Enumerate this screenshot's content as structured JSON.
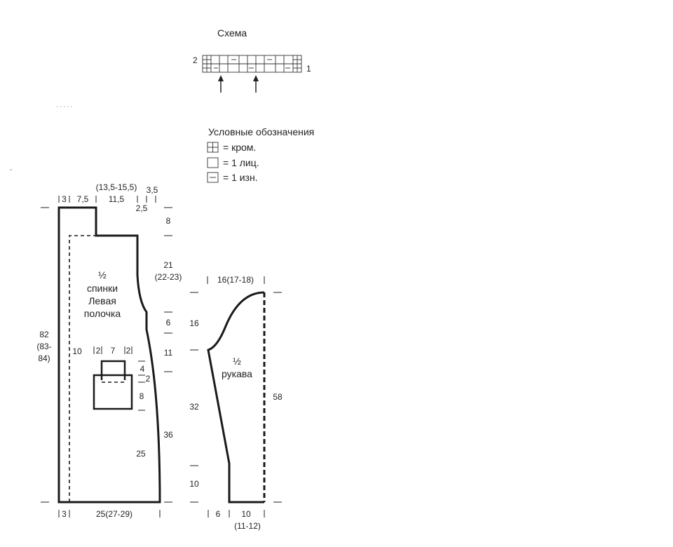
{
  "chart": {
    "title": "Схема",
    "row_left": "2",
    "row_right": "1"
  },
  "legend": {
    "title": "Условные обозначения",
    "items": [
      {
        "symbol": "edge-stitch-icon",
        "label": "= кром."
      },
      {
        "symbol": "knit-stitch-icon",
        "label": "= 1 лиц."
      },
      {
        "symbol": "purl-stitch-icon",
        "label": "= 1 изн."
      }
    ]
  },
  "body_piece": {
    "label_line1": "½",
    "label_line2": "спинки",
    "label_line3": "Левая",
    "label_line4": "полочка",
    "top_dims": {
      "d1": "3",
      "d2": "7,5",
      "d3": "(13,5-15,5)",
      "d4": "11,5",
      "d5": "3,5",
      "d6": "2,5"
    },
    "right_dims": {
      "r1": "8",
      "r2a": "21",
      "r2b": "(22-23)",
      "r3": "6",
      "r4": "11",
      "r5": "36"
    },
    "left_dims": {
      "l1": "82",
      "l2": "(83-",
      "l3": "84)"
    },
    "inner": {
      "band": "10",
      "p1": "2",
      "p2": "7",
      "p3": "2",
      "pocket_h1": "4",
      "pocket_h2": "2",
      "pocket_h3": "8",
      "below": "25"
    },
    "bottom_dims": {
      "b1": "3",
      "b2": "25(27-29)"
    }
  },
  "sleeve_piece": {
    "label_line1": "½",
    "label_line2": "рукава",
    "top_dim": "16(17-18)",
    "left_dims": {
      "s1": "16",
      "s2": "32",
      "s3": "10"
    },
    "right_dim": "58",
    "bottom_dims": {
      "b1": "6",
      "b2": "10",
      "b3": "(11-12)"
    }
  }
}
